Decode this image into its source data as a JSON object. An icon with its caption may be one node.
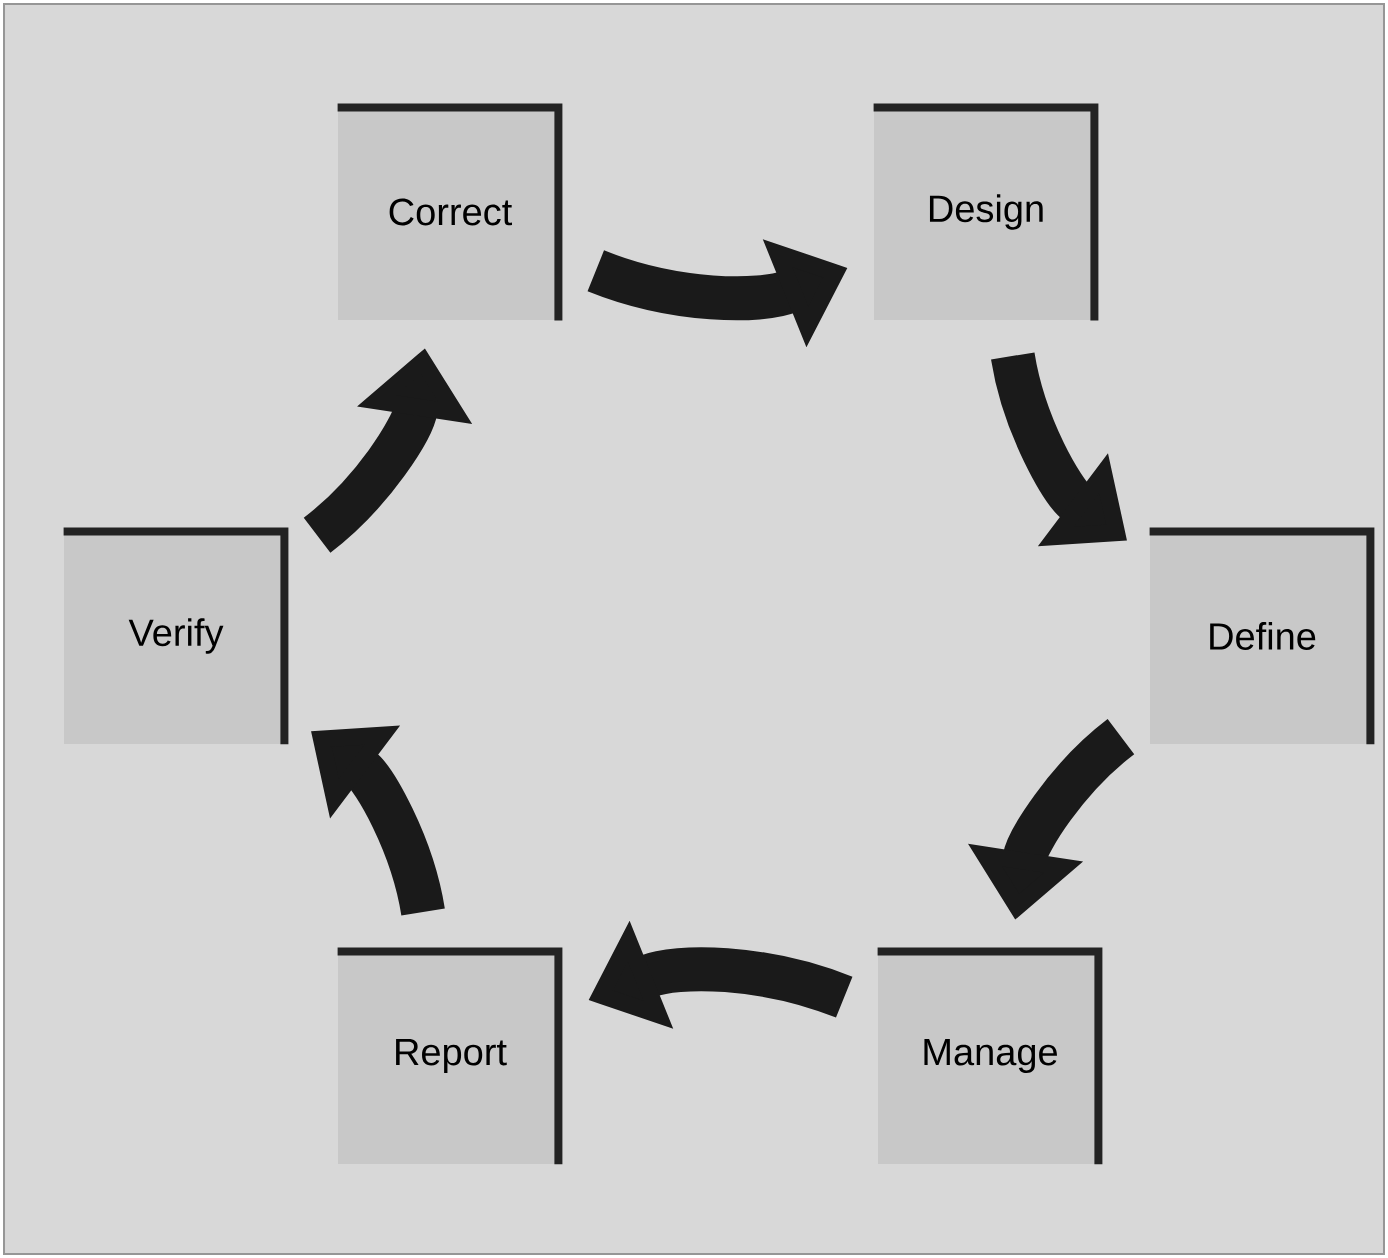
{
  "diagram": {
    "nodes": [
      {
        "text": [
          "Correct"
        ]
      },
      {
        "text": [
          "Design"
        ]
      },
      {
        "text": [
          "Verify"
        ]
      },
      {
        "text": [
          "Define"
        ]
      },
      {
        "text": [
          "Report"
        ]
      },
      {
        "text": [
          "Manage"
        ]
      }
    ],
    "edges": [
      {
        "from": 1,
        "to": 3,
        "arrow": "to"
      },
      {
        "from": 3,
        "to": 5,
        "arrow": "to"
      },
      {
        "from": 5,
        "to": 4,
        "arrow": "to"
      },
      {
        "from": 4,
        "to": 2,
        "arrow": "to"
      },
      {
        "from": 2,
        "to": 0,
        "arrow": "to"
      },
      {
        "from": 0,
        "to": 1,
        "arrow": "to"
      }
    ]
  }
}
